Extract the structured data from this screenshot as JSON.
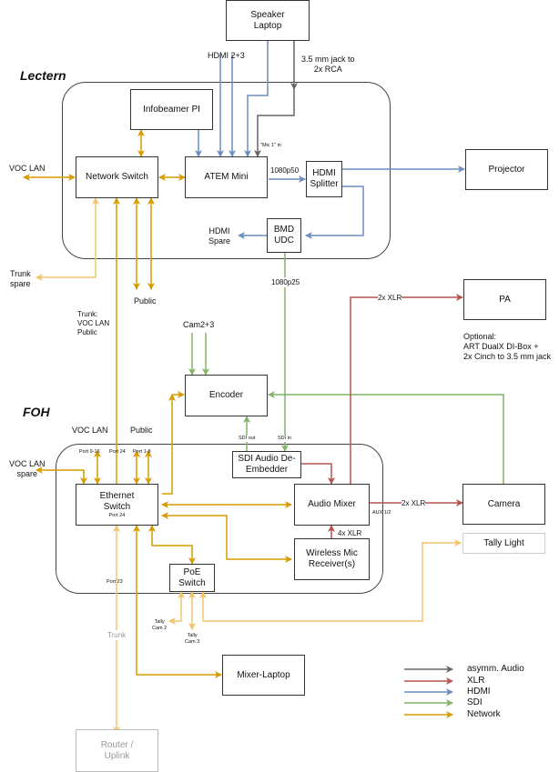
{
  "sections": {
    "lectern": "Lectern",
    "foh": "FOH"
  },
  "colors": {
    "asymm_audio": "#666666",
    "xlr": "#b85450",
    "hdmi": "#6c8ebf",
    "sdi": "#82b366",
    "network": "#d79b00",
    "network_light": "#f0c56c"
  },
  "nodes": {
    "speaker_laptop": "Speaker\nLaptop",
    "infobeamer": "Infobeamer PI",
    "network_switch": "Network Switch",
    "atem_mini": "ATEM Mini",
    "hdmi_splitter": "HDMI\nSplitter",
    "projector": "Projector",
    "bmd_udc": "BMD\nUDC",
    "pa": "PA",
    "encoder": "Encoder",
    "sdi_deembedder": "SDI Audio De-\nEmbedder",
    "ethernet_switch": "Ethernet\nSwitch",
    "ethernet_switch_port": "Port 24",
    "audio_mixer": "Audio Mixer",
    "camera": "Camera",
    "tally_light": "Tally Light",
    "wireless_mic": "Wireless Mic\nReceiver(s)",
    "poe_switch": "PoE\nSwitch",
    "mixer_laptop": "Mixer-Laptop",
    "router_uplink": "Router /\nUplink"
  },
  "labels": {
    "hdmi_23": "HDMI 2+3",
    "jack_rca": "3.5 mm jack to\n2x RCA",
    "mic1_in": "\"Mic 1\" in",
    "p1080p50": "1080p50",
    "voc_lan_lectern": "VOC LAN",
    "hdmi_spare": "HDMI\nSpare",
    "trunk_spare": "Trunk\nspare",
    "public_lectern": "Public",
    "p1080p25": "1080p25",
    "trunk_info": "Trunk:\nVOC LAN\nPublic",
    "cam23": "Cam2+3",
    "xlr_pa": "2x XLR",
    "pa_optional": "Optional:\nART DualX DI-Box +\n2x Cinch to 3.5 mm jack",
    "voc_lan_foh": "VOC LAN",
    "public_foh": "Public",
    "voc_lan_spare": "VOC LAN\nspare",
    "port_9_16": "Port 9-16",
    "port_24": "Port 24",
    "port_1_8": "Port 1-8",
    "sdi_out": "SDI out",
    "sdi_in": "SDI in",
    "aux12": "AUX 1/2",
    "xlr_camera": "2x XLR",
    "xlr_4x": "4x XLR",
    "port_23": "Port 23",
    "trunk": "Trunk",
    "tally_cam2": "Tally\nCam 2",
    "tally_cam3": "Tally\nCam 3"
  },
  "legend": [
    {
      "label": "asymm. Audio",
      "color": "#666666"
    },
    {
      "label": "XLR",
      "color": "#b85450"
    },
    {
      "label": "HDMI",
      "color": "#6c8ebf"
    },
    {
      "label": "SDI",
      "color": "#82b366"
    },
    {
      "label": "Network",
      "color": "#d79b00"
    }
  ]
}
